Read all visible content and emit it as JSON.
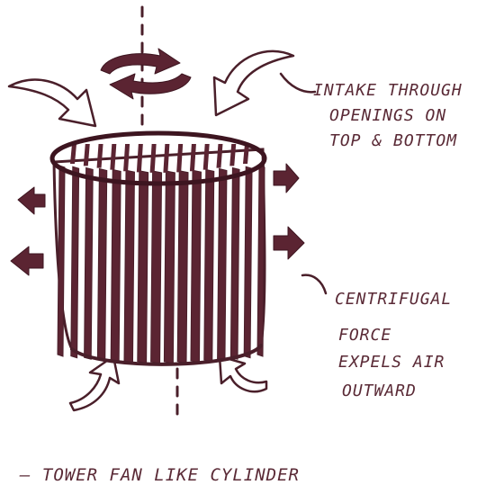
{
  "annotations": {
    "intake": [
      "INTAKE THROUGH",
      "OPENINGS ON",
      "TOP & BOTTOM"
    ],
    "centrifugal": [
      "CENTRIFUGAL",
      "FORCE",
      "EXPELS AIR",
      "OUTWARD"
    ],
    "caption": "— TOWER FAN LIKE CYLINDER"
  },
  "colors": {
    "ink": "#4a1f2a",
    "fill": "#5b2432",
    "paper": "#ffffff"
  }
}
